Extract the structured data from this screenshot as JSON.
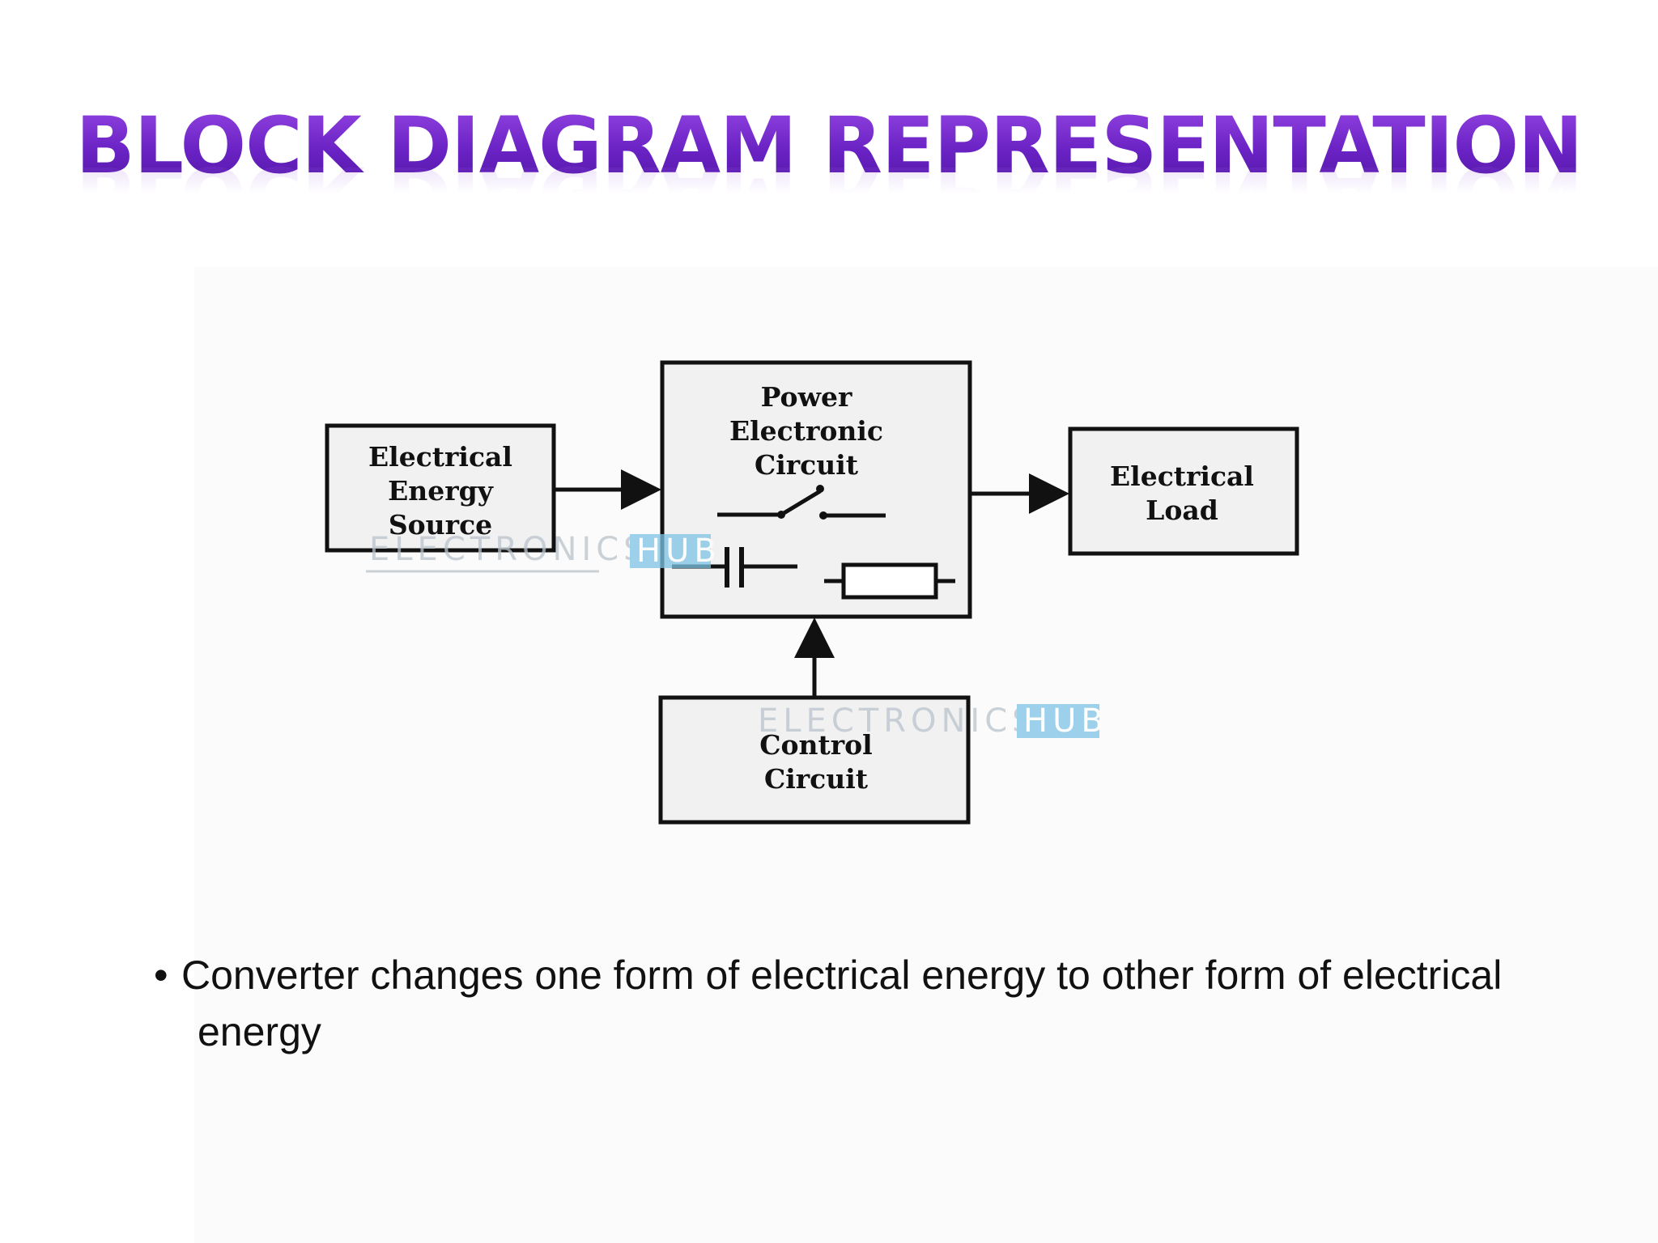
{
  "slide": {
    "title": "BLOCK DIAGRAM REPRESENTATION",
    "title_color": "#6a22c4",
    "bullet_symbol": "•",
    "bullet_line1": "Converter changes one form of electrical energy to other form of electrical",
    "bullet_line2": "energy"
  },
  "diagram": {
    "blocks": {
      "source": [
        "Electrical",
        "Energy",
        "Source"
      ],
      "power_circuit": [
        "Power",
        "Electronic",
        "Circuit"
      ],
      "load": [
        "Electrical",
        "Load"
      ],
      "control": [
        "Control",
        "Circuit"
      ]
    },
    "watermark": {
      "main": "ELECTRONICS",
      "accent": "HUB",
      "main_color": "#b9c3cc",
      "accent_color": "#7ec4e6"
    },
    "edges": [
      {
        "from": "source",
        "to": "power_circuit"
      },
      {
        "from": "power_circuit",
        "to": "load"
      },
      {
        "from": "control",
        "to": "power_circuit"
      }
    ]
  }
}
